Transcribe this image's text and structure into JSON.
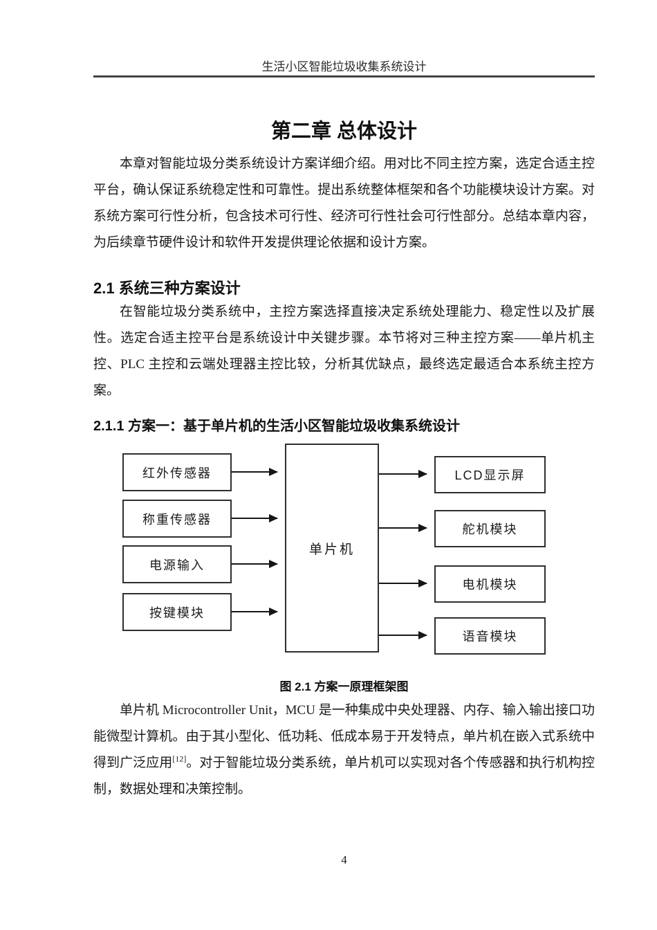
{
  "page": {
    "running_header": "生活小区智能垃圾收集系统设计",
    "page_number": "4"
  },
  "chapter": {
    "title": "第二章 总体设计",
    "intro_paragraph": "本章对智能垃圾分类系统设计方案详细介绍。用对比不同主控方案，选定合适主控平台，确认保证系统稳定性和可靠性。提出系统整体框架和各个功能模块设计方案。对系统方案可行性分析，包含技术可行性、经济可行性社会可行性部分。总结本章内容，为后续章节硬件设计和软件开发提供理论依据和设计方案。"
  },
  "section_2_1": {
    "heading": "2.1 系统三种方案设计",
    "paragraph": "在智能垃圾分类系统中，主控方案选择直接决定系统处理能力、稳定性以及扩展性。选定合适主控平台是系统设计中关键步骤。本节将对三种主控方案——单片机主控、PLC 主控和云端处理器主控比较，分析其优缺点，最终选定最适合本系统主控方案。"
  },
  "section_2_1_1": {
    "heading": "2.1.1 方案一：基于单片机的生活小区智能垃圾收集系统设计"
  },
  "figure": {
    "caption": "图 2.1 方案一原理框架图",
    "center_node": "单片机",
    "input_nodes": [
      "红外传感器",
      "称重传感器",
      "电源输入",
      "按键模块"
    ],
    "output_nodes": [
      "LCD显示屏",
      "舵机模块",
      "电机模块",
      "语音模块"
    ]
  },
  "mcu_paragraph": {
    "text_before_citation": "单片机 Microcontroller Unit，MCU 是一种集成中央处理器、内存、输入输出接口功能微型计算机。由于其小型化、低功耗、低成本易于开发特点，单片机在嵌入式系统中得到广泛应用",
    "citation": "[12]",
    "text_after_citation": "。对于智能垃圾分类系统，单片机可以实现对各个传感器和执行机构控制，数据处理和决策控制。"
  }
}
